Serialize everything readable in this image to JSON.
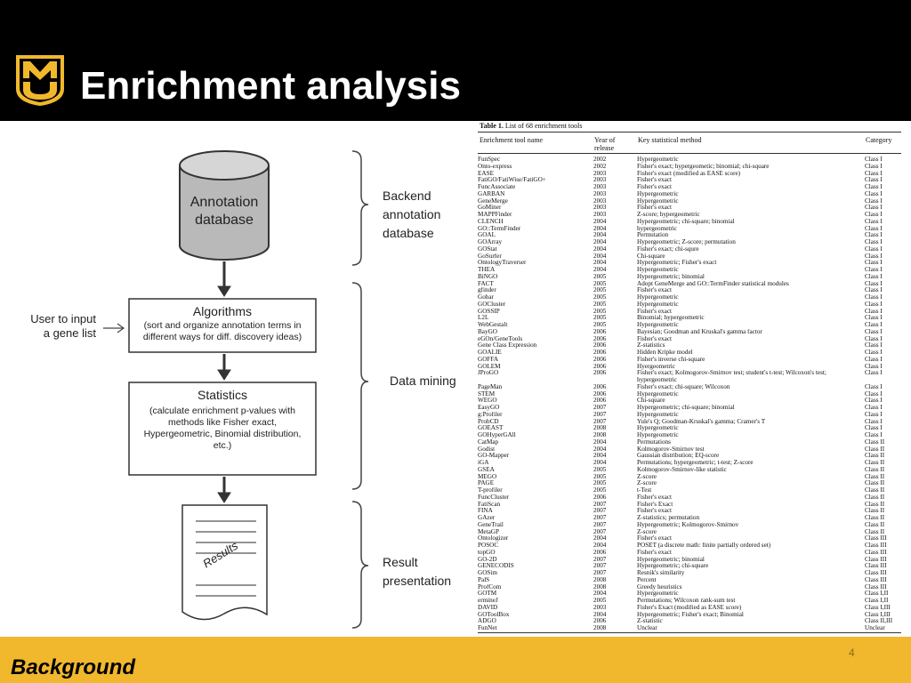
{
  "slide": {
    "title": "Enrichment analysis",
    "footer_label": "Background",
    "page_number": "4"
  },
  "logo": {
    "letters": "MU",
    "colors": {
      "gold": "#f1b82d",
      "black": "#000000"
    }
  },
  "diagram": {
    "database_label": "Annotation database",
    "algorithms_title": "Algorithms",
    "algorithms_desc": "(sort and organize annotation terms in different ways for diff. discovery ideas)",
    "statistics_title": "Statistics",
    "statistics_desc": "(calculate enrichment p-values with methods like Fisher exact, Hypergeometric, Binomial distribution, etc.)",
    "results_label": "Results",
    "user_input_label": "User to input a gene list",
    "stage_backend": "Backend annotation database",
    "stage_mining": "Data mining",
    "stage_result": "Result presentation"
  },
  "table": {
    "caption_bold": "Table 1.",
    "caption_text": "List of 68 enrichment tools",
    "headers": {
      "name": "Enrichment tool name",
      "year": "Year of release",
      "method": "Key statistical method",
      "category": "Category"
    },
    "rows": [
      [
        "FunSpec",
        "2002",
        "Hypergeometric",
        "Class I"
      ],
      [
        "Onto-express",
        "2002",
        "Fisher's exact; hypergeometic; binomial; chi-square",
        "Class I"
      ],
      [
        "EASE",
        "2003",
        "Fisher's exact (modified as EASE score)",
        "Class I"
      ],
      [
        "FatiGO/FatiWise/FatiGO+",
        "2003",
        "Fisher's exact",
        "Class I"
      ],
      [
        "FuncAssociate",
        "2003",
        "Fisher's exact",
        "Class I"
      ],
      [
        "GARBAN",
        "2003",
        "Hypergeometric",
        "Class I"
      ],
      [
        "GeneMerge",
        "2003",
        "Hypergeometric",
        "Class I"
      ],
      [
        "GoMiner",
        "2003",
        "Fisher's exact",
        "Class I"
      ],
      [
        "MAPPFinder",
        "2003",
        "Z-score; hypergeometric",
        "Class I"
      ],
      [
        "CLENCH",
        "2004",
        "Hypergeometric; chi-square; binomial",
        "Class I"
      ],
      [
        "GO::TermFinder",
        "2004",
        "hypergeometric",
        "Class I"
      ],
      [
        "GOAL",
        "2004",
        "Permutation",
        "Class I"
      ],
      [
        "GOArray",
        "2004",
        "Hypergeometric; Z-score; permutation",
        "Class I"
      ],
      [
        "GOStat",
        "2004",
        "Fisher's exact; chi-squre",
        "Class I"
      ],
      [
        "GoSurfer",
        "2004",
        "Chi-square",
        "Class I"
      ],
      [
        "OntologyTraverser",
        "2004",
        "Hypergeometric; Fisher's exact",
        "Class I"
      ],
      [
        "THEA",
        "2004",
        "Hypergeometric",
        "Class I"
      ],
      [
        "BiNGO",
        "2005",
        "Hypergeometric; binomial",
        "Class I"
      ],
      [
        "FACT",
        "2005",
        "Adopt GeneMerge and GO::TermFinder statistical modules",
        "Class I"
      ],
      [
        "gfinder",
        "2005",
        "Fisher's exact",
        "Class I"
      ],
      [
        "Gobar",
        "2005",
        "Hypergeometric",
        "Class I"
      ],
      [
        "GOCluster",
        "2005",
        "Hypergeometric",
        "Class I"
      ],
      [
        "GOSSIP",
        "2005",
        "Fisher's exact",
        "Class I"
      ],
      [
        "L2L",
        "2005",
        "Binomial; hypergeometric",
        "Class I"
      ],
      [
        "WebGestalt",
        "2005",
        "Hypergeometric",
        "Class I"
      ],
      [
        "BayGO",
        "2006",
        "Bayesian; Goodman and Kruskal's gamma factor",
        "Class I"
      ],
      [
        "eGOn/GeneTools",
        "2006",
        "Fisher's exact",
        "Class I"
      ],
      [
        "Gene Class Expression",
        "2006",
        "Z-statistics",
        "Class I"
      ],
      [
        "GOALIE",
        "2006",
        "Hidden Kripke model",
        "Class I"
      ],
      [
        "GOFFA",
        "2006",
        "Fisher's inverse chi-square",
        "Class I"
      ],
      [
        "GOLEM",
        "2006",
        "Hyergeometric",
        "Class I"
      ],
      [
        "JProGO",
        "2006",
        "Fisher's exact; Kolmogorov-Smirnov test; student's t-test; Wilcoxon's test; hypergeometric",
        "Class I"
      ],
      [
        "PageMan",
        "2006",
        "Fisher's exact; chi-square; Wilcoxon",
        "Class I"
      ],
      [
        "STEM",
        "2006",
        "Hypergeometric",
        "Class I"
      ],
      [
        "WEGO",
        "2006",
        "Chi-square",
        "Class I"
      ],
      [
        "EasyGO",
        "2007",
        "Hypergeometric; chi-square; binomial",
        "Class I"
      ],
      [
        "g:Profiler",
        "2007",
        "Hypergeometric",
        "Class I"
      ],
      [
        "ProbCD",
        "2007",
        "Yule's Q; Goodman-Kruskal's gamma; Cramer's T",
        "Class I"
      ],
      [
        "GOEAST",
        "2008",
        "Hypergeometric",
        "Class I"
      ],
      [
        "GOHyperGAll",
        "2008",
        "Hypergeometric",
        "Class I"
      ],
      [
        "CatMap",
        "2004",
        "Permutations",
        "Class II"
      ],
      [
        "Godist",
        "2004",
        "Kolmogorov-Smirnov test",
        "Class II"
      ],
      [
        "GO-Mapper",
        "2004",
        "Gaussian distribution; EQ-score",
        "Class II"
      ],
      [
        "iGA",
        "2004",
        "Permutations; hypergeometric; t-test; Z-score",
        "Class II"
      ],
      [
        "GSEA",
        "2005",
        "Kolmogorov-Smirnov-like statistic",
        "Class II"
      ],
      [
        "MEGO",
        "2005",
        "Z-score",
        "Class II"
      ],
      [
        "PAGE",
        "2005",
        "Z-score",
        "Class II"
      ],
      [
        "T-profiler",
        "2005",
        "t-Test",
        "Class II"
      ],
      [
        "FuncCluster",
        "2006",
        "Fisher's exact",
        "Class II"
      ],
      [
        "FatiScan",
        "2007",
        "Fisher's Exact",
        "Class II"
      ],
      [
        "FINA",
        "2007",
        "Fisher's exact",
        "Class II"
      ],
      [
        "GAzer",
        "2007",
        "Z-statistics; permutation",
        "Class II"
      ],
      [
        "GeneTrail",
        "2007",
        "Hypergeometric; Kolmogorov-Smirnov",
        "Class II"
      ],
      [
        "MetaGP",
        "2007",
        "Z-score",
        "Class II"
      ],
      [
        "Ontologizer",
        "2004",
        "Fisher's exact",
        "Class III"
      ],
      [
        "POSOC",
        "2004",
        "POSET (a discrete math: finite partially ordered set)",
        "Class III"
      ],
      [
        "topGO",
        "2006",
        "Fisher's exact",
        "Class III"
      ],
      [
        "GO-2D",
        "2007",
        "Hypergeometric; binomial",
        "Class III"
      ],
      [
        "GENECODIS",
        "2007",
        "Hypergeometric; chi-square",
        "Class III"
      ],
      [
        "GOSim",
        "2007",
        "Resnik's similarity",
        "Class III"
      ],
      [
        "PalS",
        "2008",
        "Percent",
        "Class III"
      ],
      [
        "ProfCom",
        "2008",
        "Greedy heuristics",
        "Class III"
      ],
      [
        "GOTM",
        "2004",
        "Hypergeometric",
        "Class I,II"
      ],
      [
        "ermineJ",
        "2005",
        "Permutations; Wilcoxon rank-sum test",
        "Class I,II"
      ],
      [
        "DAVID",
        "2003",
        "Fisher's Exact (modified as EASE score)",
        "Class I,III"
      ],
      [
        "GOToolBox",
        "2004",
        "Hypergeometric; Fisher's exact; Binomial",
        "Class I,III"
      ],
      [
        "ADGO",
        "2006",
        "Z-statistic",
        "Class II,III"
      ],
      [
        "FunNet",
        "2008",
        "Unclear",
        "Unclear"
      ]
    ]
  }
}
